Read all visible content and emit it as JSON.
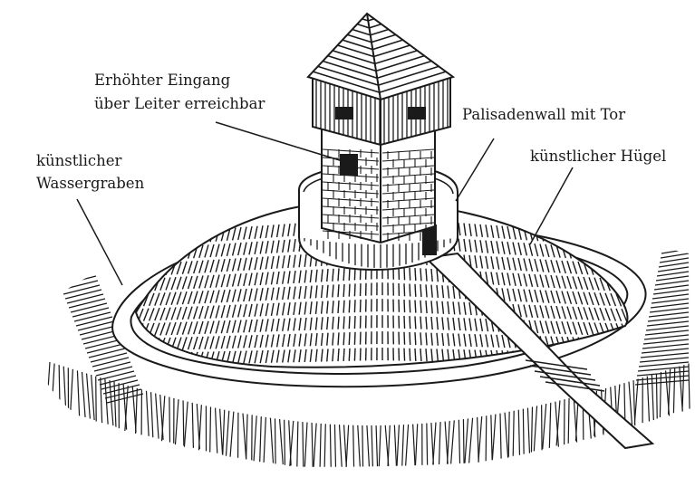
{
  "labels": {
    "entrance_line1": "Erhöhter Eingang",
    "entrance_line2": "über Leiter erreichbar",
    "palisade": "Palisadenwall mit Tor",
    "moat_line1": "künstlicher",
    "moat_line2": "Wassergraben",
    "hill": "künstlicher Hügel"
  },
  "colors": {
    "ink": "#1a1a1a",
    "paper": "#ffffff"
  }
}
